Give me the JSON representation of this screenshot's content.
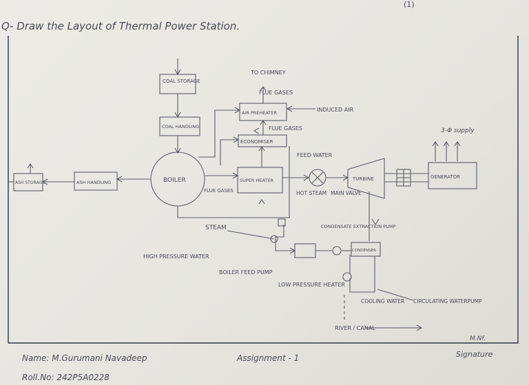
{
  "page_number": "(1)",
  "question": "Q- Draw the Layout of Thermal Power Station.",
  "blocks": {
    "coal_storage": "COAL STORAGE",
    "coal_handling": "COAL HANDLING",
    "boiler": "BOILER",
    "ash_handling": "ASH HANDLING",
    "ash_storage": "ASH STORAGE",
    "air_preheater": "AIR PREHEATER",
    "economiser": "ECONOMISER",
    "super_heater": "SUPER HEATER",
    "turbine": "TURBINE",
    "generator": "GENERATOR",
    "condenser": "CONDENSER",
    "lp_heater_box": "",
    "hp_heater_box": ""
  },
  "labels": {
    "to_chimney": "TO CHIMNEY",
    "flue_gases_1": "FLUE GASES",
    "induced_air": "INDUCED AIR",
    "flue_gases_2": "FLUE GASES",
    "feed_water": "FEED WATER",
    "three_phase_supply": "3-Φ supply",
    "flue_gases_3": "FLUE GASES",
    "hot_steam": "HOT STEAM",
    "main_valve": "MAIN VALVE",
    "steam": "STEAM",
    "condensate_extraction_pump": "CONDENSATE EXTRACTION PUMP",
    "high_pressure_water": "HIGH PRESSURE WATER",
    "boiler_feed_pump": "BOILER FEED PUMP",
    "low_pressure_heater": "LOW PRESSURE HEATER",
    "cooling_water": "COOLING WATER",
    "circulating_water_pump": "CIRCULATING WATERPUMP",
    "river_canal": "RIVER / CANAL"
  },
  "footer": {
    "name": "Name: M.Gurumani Navadeep",
    "roll": "Roll.No: 242P5A0228",
    "assignment": "Assignment - 1",
    "signature_mark": "M.Nf.",
    "signature_label": "Signature"
  }
}
